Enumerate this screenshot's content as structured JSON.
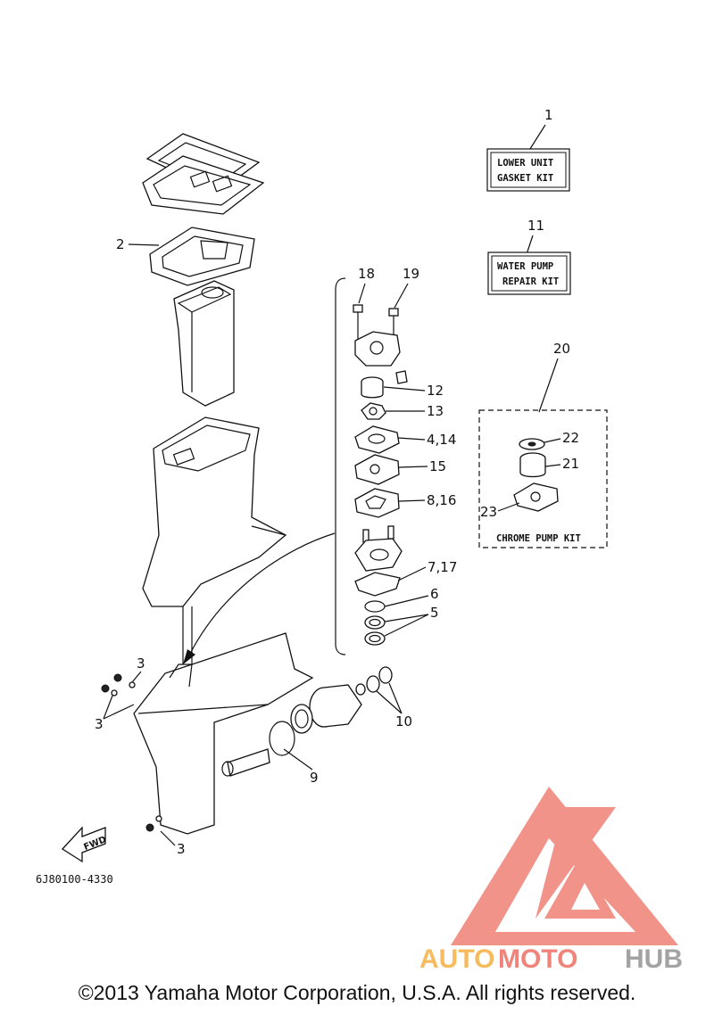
{
  "kits": {
    "lower_unit_gasket_kit": {
      "ref": "1",
      "line1": "LOWER UNIT",
      "line2": "GASKET KIT"
    },
    "water_pump_repair_kit": {
      "ref": "11",
      "line1": "WATER PUMP",
      "line2": "REPAIR KIT"
    },
    "chrome_pump_kit": {
      "ref": "20",
      "label": "CHROME PUMP KIT"
    }
  },
  "callouts": {
    "c2": "2",
    "c18": "18",
    "c19": "19",
    "c12": "12",
    "c13": "13",
    "c4_14": "4,14",
    "c15": "15",
    "c8_16": "8,16",
    "c7_17": "7,17",
    "c6": "6",
    "c5": "5",
    "c10": "10",
    "c9": "9",
    "c3a": "3",
    "c3b": "3",
    "c3c": "3",
    "c22": "22",
    "c21": "21",
    "c23": "23"
  },
  "fwd_label": "FWD",
  "diagram_code": "6J80100-4330",
  "watermark": {
    "auto": "AUTO",
    "moto": "MOTO",
    "hub": "HUB"
  },
  "copyright": "©2013 Yamaha Motor Corporation, U.S.A. All rights reserved.",
  "colors": {
    "logo_red": "#ee6f64",
    "logo_orange": "#f5b041",
    "logo_gray": "#9a9a9a",
    "line": "#111111"
  }
}
